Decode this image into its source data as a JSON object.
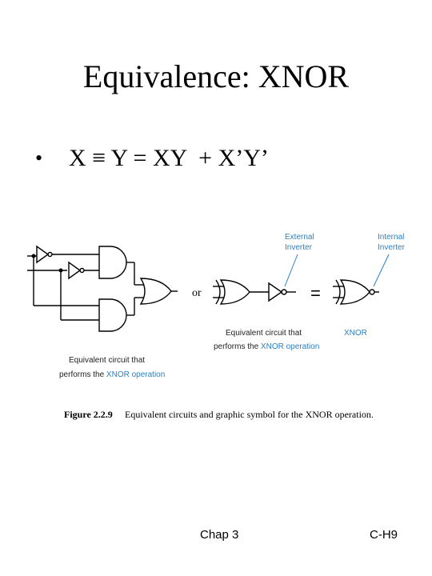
{
  "slide": {
    "title": "Equivalence: XNOR",
    "bullet_symbol": "•",
    "formula": "X ≡ Y = XY  + X’Y’"
  },
  "figure": {
    "or_label": "or",
    "equals_label": "=",
    "external_inverter_line1": "External",
    "external_inverter_line2": "Inverter",
    "internal_inverter_line1": "Internal",
    "internal_inverter_line2": "Inverter",
    "left_caption_line1": "Equivalent circuit that",
    "left_caption_line2_prefix": "performs the ",
    "left_caption_line2_highlight": "XNOR operation",
    "middle_caption_line1": "Equivalent circuit that",
    "middle_caption_line2_prefix": "performs the ",
    "middle_caption_line2_highlight": "XNOR operation",
    "xnor_label": "XNOR",
    "figure_number": "Figure 2.2.9",
    "figure_caption": "Equivalent circuits and graphic symbol for the XNOR operation.",
    "accent_color": "#2a7fc4"
  },
  "footer": {
    "chapter": "Chap 3",
    "page": "C-H9"
  }
}
